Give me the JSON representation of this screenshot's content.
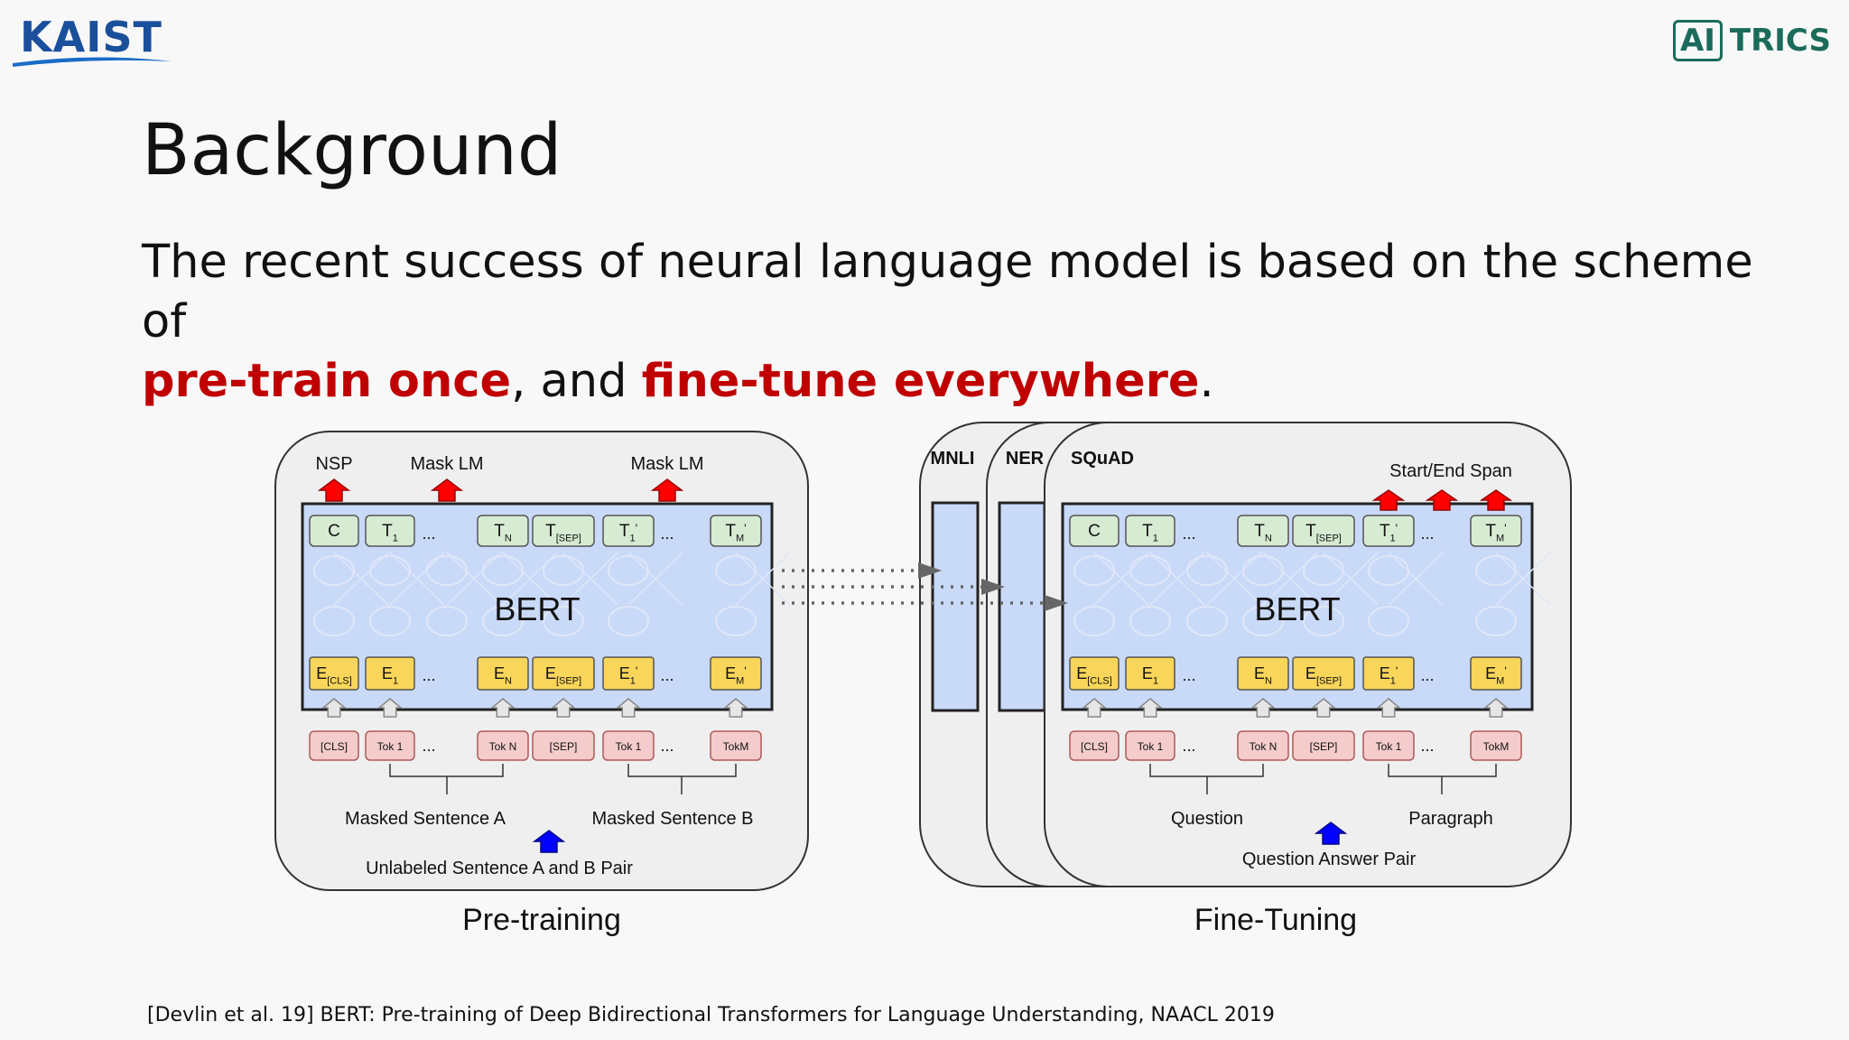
{
  "logos": {
    "kaist": "KAIST",
    "aitrics_ai": "AI",
    "aitrics_rest": "TRICS"
  },
  "title": "Background",
  "body": {
    "line1": "The recent success of neural language model is based on the scheme of",
    "emph1": "pre-train once",
    "mid": ", and ",
    "emph2": "fine-tune everywhere",
    "end": ".",
    "emph_color": "#c00000"
  },
  "diagram": {
    "pretrain": {
      "outputs": [
        "NSP",
        "Mask LM",
        "Mask LM"
      ],
      "output_tokens": [
        "C",
        "T1",
        "...",
        "TN",
        "T[SEP]",
        "T1'",
        "...",
        "TM'"
      ],
      "model": "BERT",
      "embeddings": [
        "E[CLS]",
        "E1",
        "...",
        "EN",
        "E[SEP]",
        "E1'",
        "...",
        "EM'"
      ],
      "input_tokens": [
        "[CLS]",
        "Tok 1",
        "...",
        "Tok N",
        "[SEP]",
        "Tok 1",
        "...",
        "TokM"
      ],
      "sentence_a": "Masked Sentence A",
      "sentence_b": "Masked Sentence B",
      "pair": "Unlabeled Sentence A and B Pair",
      "caption": "Pre-training"
    },
    "finetune": {
      "tasks": [
        "MNLI",
        "NER",
        "SQuAD"
      ],
      "output_label": "Start/End Span",
      "output_tokens": [
        "C",
        "T1",
        "...",
        "TN",
        "T[SEP]",
        "T1'",
        "...",
        "TM'"
      ],
      "model": "BERT",
      "embeddings": [
        "E[CLS]",
        "E1",
        "...",
        "EN",
        "E[SEP]",
        "E1'",
        "...",
        "EM'"
      ],
      "input_tokens": [
        "[CLS]",
        "Tok 1",
        "...",
        "Tok N",
        "[SEP]",
        "Tok 1",
        "...",
        "TokM"
      ],
      "sentence_a": "Question",
      "sentence_b": "Paragraph",
      "pair": "Question Answer Pair",
      "caption": "Fine-Tuning"
    },
    "colors": {
      "model_fill": "#c9d9f8",
      "output_fill": "#d6ebd2",
      "embedding_fill": "#f9d55a",
      "input_fill": "#f4cccc",
      "up_arrow": "#ff0000",
      "input_arrow": "#0000ff"
    }
  },
  "citation": "[Devlin et al. 19] BERT: Pre-training of Deep Bidirectional Transformers for Language Understanding, NAACL 2019"
}
